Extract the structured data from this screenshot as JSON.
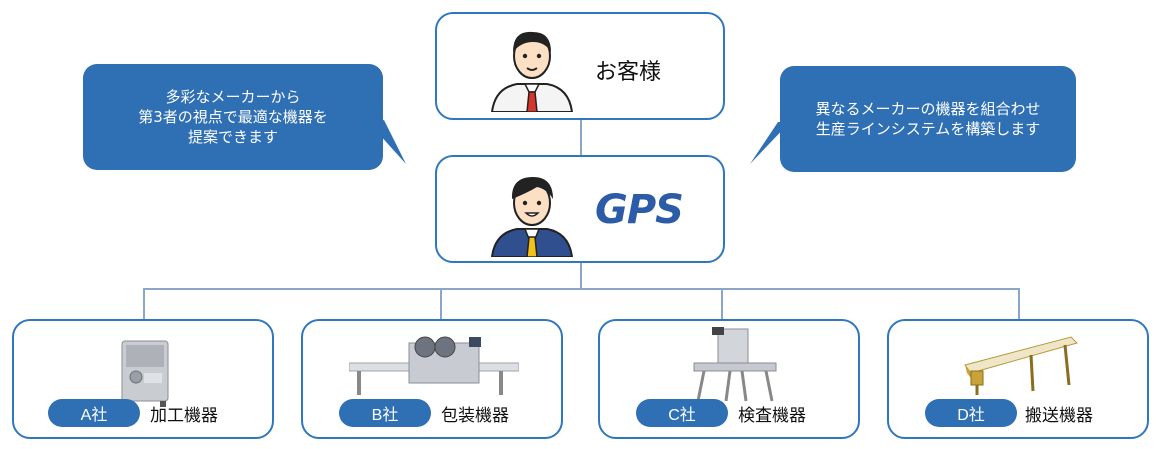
{
  "top_node": {
    "label": "お客様"
  },
  "mid_node": {
    "logo_text": "GPS"
  },
  "left_bubble": {
    "lines": [
      "多彩なメーカーから",
      "第3者の視点で最適な機器を",
      "提案できます"
    ]
  },
  "right_bubble": {
    "lines": [
      "異なるメーカーの機器を組合わせ",
      "生産ラインシステムを構築します"
    ]
  },
  "makers": [
    {
      "company": "A社",
      "equipment": "加工機器",
      "icon": "processing-machine-icon"
    },
    {
      "company": "B社",
      "equipment": "包装機器",
      "icon": "packaging-machine-icon"
    },
    {
      "company": "C社",
      "equipment": "検査機器",
      "icon": "inspection-machine-icon"
    },
    {
      "company": "D社",
      "equipment": "搬送機器",
      "icon": "conveyor-machine-icon"
    }
  ],
  "colors": {
    "accent": "#2f6fb3",
    "border": "#2f78c0",
    "connector": "#8aa7c8"
  }
}
